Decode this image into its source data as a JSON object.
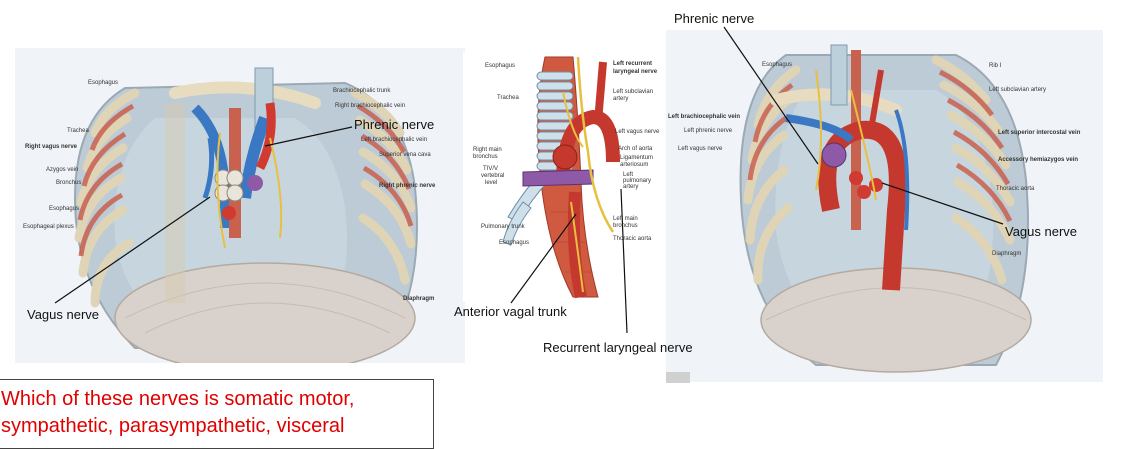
{
  "callouts": {
    "phrenic_left_fig": "Phrenic nerve",
    "vagus_left_fig": "Vagus nerve",
    "anterior_vagal_trunk": "Anterior vagal trunk",
    "recurrent_laryngeal": "Recurrent laryngeal nerve",
    "phrenic_right_fig": "Phrenic nerve",
    "vagus_right_fig": "Vagus nerve"
  },
  "left_figure": {
    "labels": {
      "esophagus_top": "Esophagus",
      "brachiocephalic_trunk": "Brachiocephalic trunk",
      "right_brachiocephalic_vein": "Right brachiocephalic vein",
      "trachea": "Trachea",
      "left_brachiocephalic_vein": "Left brachiocephalic vein",
      "right_vagus_nerve": "Right vagus nerve",
      "superior_vena_cava": "Superior vena cava",
      "azygos_vein": "Azygos vein",
      "bronchus": "Bronchus",
      "right_phrenic_nerve": "Right phrenic nerve",
      "esophagus_low": "Esophagus",
      "esophageal_plexus": "Esophageal plexus",
      "diaphragm": "Diaphragm"
    }
  },
  "middle_figure": {
    "labels": {
      "esophagus_top": "Esophagus",
      "left_recurrent_laryngeal_1": "Left recurrent",
      "left_recurrent_laryngeal_2": "laryngeal nerve",
      "trachea": "Trachea",
      "left_subclavian_1": "Left subclavian",
      "left_subclavian_2": "artery",
      "left_vagus_nerve": "Left vagus nerve",
      "right_main_bronchus_1": "Right main",
      "right_main_bronchus_2": "bronchus",
      "arch_of_aorta": "Arch of aorta",
      "ligamentum_1": "Ligamentum",
      "ligamentum_2": "arteriosum",
      "tiv_1": "TIV/V",
      "tiv_2": "vertebral",
      "tiv_3": "level",
      "left_pulmonary_1": "Left",
      "left_pulmonary_2": "pulmonary",
      "left_pulmonary_3": "artery",
      "pulmonary_trunk": "Pulmonary trunk",
      "left_main_bronchus_1": "Left main",
      "left_main_bronchus_2": "bronchus",
      "esophagus_low": "Esophagus",
      "thoracic_aorta": "Thoracic aorta"
    }
  },
  "right_figure": {
    "labels": {
      "esophagus": "Esophagus",
      "rib_1": "Rib I",
      "left_subclavian_artery": "Left subclavian artery",
      "left_brachiocephalic_vein": "Left brachiocephalic vein",
      "left_phrenic_nerve": "Left phrenic nerve",
      "left_superior_intercostal_vein": "Left superior intercostal vein",
      "left_vagus_nerve": "Left vagus nerve",
      "accessory_hemiazygos_vein": "Accessory hemiazygos vein",
      "thoracic_aorta": "Thoracic aorta",
      "diaphragm": "Diaphragm"
    }
  },
  "question": {
    "line1": "Which of these nerves is somatic motor,",
    "line2": "sympathetic, parasympathetic, visceral"
  },
  "colors": {
    "question_text": "#e00000",
    "muscle": "#c9614f",
    "bone": "#e8dcc0",
    "vein": "#3b78c4",
    "artery": "#d03a30",
    "nerve": "#e8c040",
    "lung": "#b7c9d2"
  }
}
